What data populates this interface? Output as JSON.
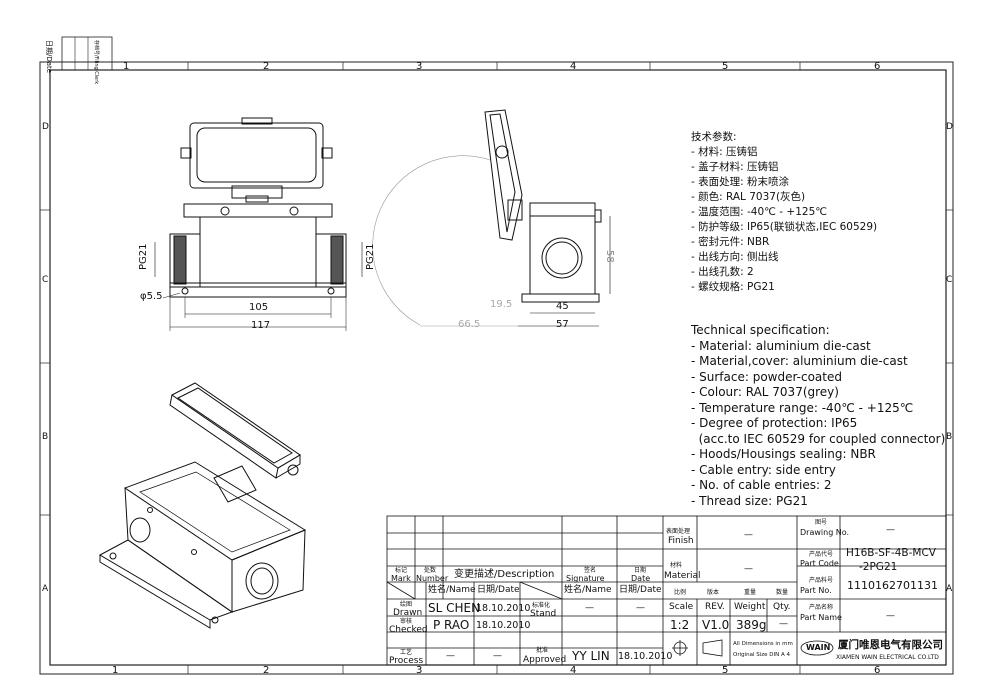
{
  "frame": {
    "columns": [
      "1",
      "2",
      "3",
      "4",
      "5",
      "6"
    ],
    "rows": [
      "D",
      "C",
      "B",
      "A"
    ],
    "filing_labels": [
      "日期/Date",
      "存档号/Filing Clerk"
    ]
  },
  "dimensions": {
    "front": {
      "pg_left": "PG21",
      "pg_right": "PG21",
      "hole": "φ5.5",
      "inner": "105",
      "outer": "117"
    },
    "side": {
      "height": "58",
      "offset": "19.5",
      "arc": "66.5",
      "inner": "45",
      "outer": "57"
    }
  },
  "spec_cn": {
    "title": "技术参数:",
    "items": [
      "- 材料: 压铸铝",
      "- 盖子材料: 压铸铝",
      "- 表面处理: 粉末喷涂",
      "- 颜色: RAL 7037(灰色)",
      "- 温度范围: -40℃ - +125℃",
      "- 防护等级: IP65(联锁状态,IEC 60529)",
      "- 密封元件: NBR",
      "- 出线方向: 侧出线",
      "- 出线孔数: 2",
      "- 螺纹规格: PG21"
    ]
  },
  "spec_en": {
    "title": "Technical specification:",
    "items": [
      "- Material: aluminium die-cast",
      "- Material,cover: aluminium die-cast",
      "- Surface: powder-coated",
      "- Colour: RAL 7037(grey)",
      "- Temperature range: -40℃ - +125℃",
      "- Degree of protection: IP65",
      "  (acc.to IEC 60529 for coupled connector)",
      "- Hoods/Housings sealing: NBR",
      "- Cable entry: side entry",
      "- No. of cable entries: 2",
      "- Thread size: PG21"
    ]
  },
  "title_block": {
    "finish_label_cn": "表面处理",
    "finish_label_en": "Finish",
    "finish_value": "—",
    "material_label_cn": "材料",
    "material_label_en": "Material",
    "material_value": "—",
    "drawing_no_label_cn": "图号",
    "drawing_no_label_en": "Drawing No.",
    "drawing_no_value": "—",
    "part_code_label_cn": "产品代号",
    "part_code_label_en": "Part Code",
    "part_code_line1": "H16B-SF-4B-MCV",
    "part_code_line2": "-2PG21",
    "part_no_label_cn": "产品料号",
    "part_no_label_en": "Part No.",
    "part_no_value": "1110162701131",
    "part_name_label_cn": "产品名称",
    "part_name_label_en": "Part Name",
    "part_name_value": "—",
    "mark_cn": "标记",
    "mark_en": "Mark",
    "number_cn": "处数",
    "number_en": "Number",
    "desc": "变更描述/Description",
    "sig_cn": "签名",
    "sig_en": "Signature",
    "date_cn": "日期",
    "date_en": "Date",
    "name_date": "姓名/Name",
    "date_hdr": "日期/Date",
    "name_date2": "姓名/Name",
    "date_hdr2": "日期/Date",
    "drawn_cn": "绘图",
    "drawn_en": "Drawn",
    "drawn_name": "SL CHEN",
    "drawn_date": "18.10.2010",
    "checked_cn": "审核",
    "checked_en": "Checked",
    "checked_name": "P RAO",
    "checked_date": "18.10.2010",
    "process_cn": "工艺",
    "process_en": "Process",
    "process_name": "—",
    "process_date": "—",
    "stand_cn": "标准化",
    "stand_en": "Stand",
    "stand_name": "—",
    "stand_date": "—",
    "approved_cn": "批准",
    "approved_en": "Approved",
    "approved_name": "YY LIN",
    "approved_date": "18.10.2010",
    "scale_cn": "比例",
    "scale_en": "Scale",
    "scale_value": "1:2",
    "rev_cn": "版本",
    "rev_en": "REV.",
    "rev_value": "V1.0",
    "weight_cn": "重量",
    "weight_en": "Weight",
    "weight_value": "389g",
    "qty_cn": "数量",
    "qty_en": "Qty.",
    "qty_value": "—",
    "dims_note1": "All Dimensions in mm",
    "dims_note2": "Original Size DIN A 4",
    "company_logo": "WAIN",
    "company_cn": "厦门唯恩电气有限公司",
    "company_en": "XIAMEN WAIN ELECTRICAL CO.LTD"
  }
}
